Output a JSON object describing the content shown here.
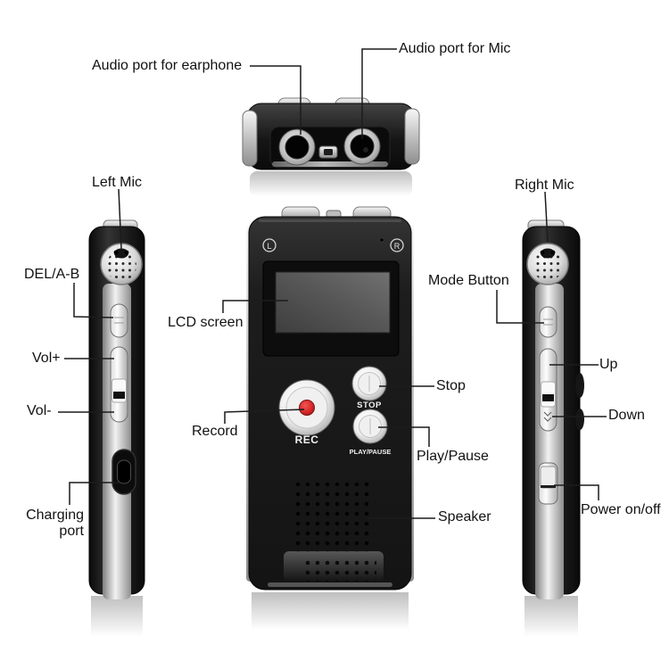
{
  "figure": {
    "type": "product annotation diagram",
    "product": "digital voice recorder (front, left side, right side and top views)",
    "background_color": "#ffffff"
  },
  "colors": {
    "body_black": "#1b1b1b",
    "silver": "#d9d9d9",
    "record_red": "#d42626",
    "label_text": "#121212",
    "callout_line": "#1c1c1c"
  },
  "labels": {
    "earphone_port": "Audio port for earphone",
    "mic_port": "Audio port for Mic",
    "left_mic": "Left Mic",
    "right_mic": "Right Mic",
    "del_ab": "DEL/A-B",
    "lcd_screen": "LCD screen",
    "vol_plus": "Vol+",
    "vol_minus": "Vol-",
    "charging_port": "Charging port",
    "record": "Record",
    "stop": "Stop",
    "play_pause": "Play/Pause",
    "speaker": "Speaker",
    "mode_button": "Mode Button",
    "up": "Up",
    "down": "Down",
    "power": "Power on/off"
  },
  "device_markings": {
    "left_channel": "L",
    "right_channel": "R",
    "rec_button": "REC",
    "stop_button": "STOP",
    "play_pause_button": "PLAY/PAUSE"
  }
}
